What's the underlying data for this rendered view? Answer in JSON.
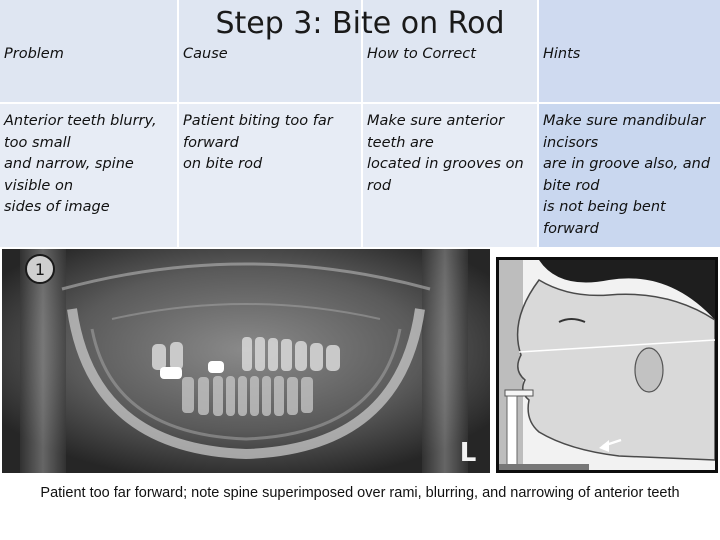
{
  "slide": {
    "title": "Step 3: Bite on Rod",
    "caption": "Patient too far forward; note spine superimposed over rami, blurring, and narrowing of anterior teeth"
  },
  "table": {
    "headers": [
      "Problem",
      "Cause",
      "How to Correct",
      "Hints"
    ],
    "row": [
      "Anterior teeth blurry,\n too small\nand narrow, spine\n visible on\n sides of image",
      "Patient biting too far\n forward\n on bite rod",
      "Make sure anterior\n teeth are\nlocated in grooves on\n rod",
      "Make sure mandibular\n incisors\nare in groove also, and\n bite rod\nis not being bent\n forward"
    ]
  },
  "xray": {
    "marker_top": "1",
    "marker_bottom": "L"
  },
  "colors": {
    "header_bg": "#dfe6f2",
    "row_bg": "#e7ecf5",
    "hint_col_bg": "#c9d7ef"
  }
}
